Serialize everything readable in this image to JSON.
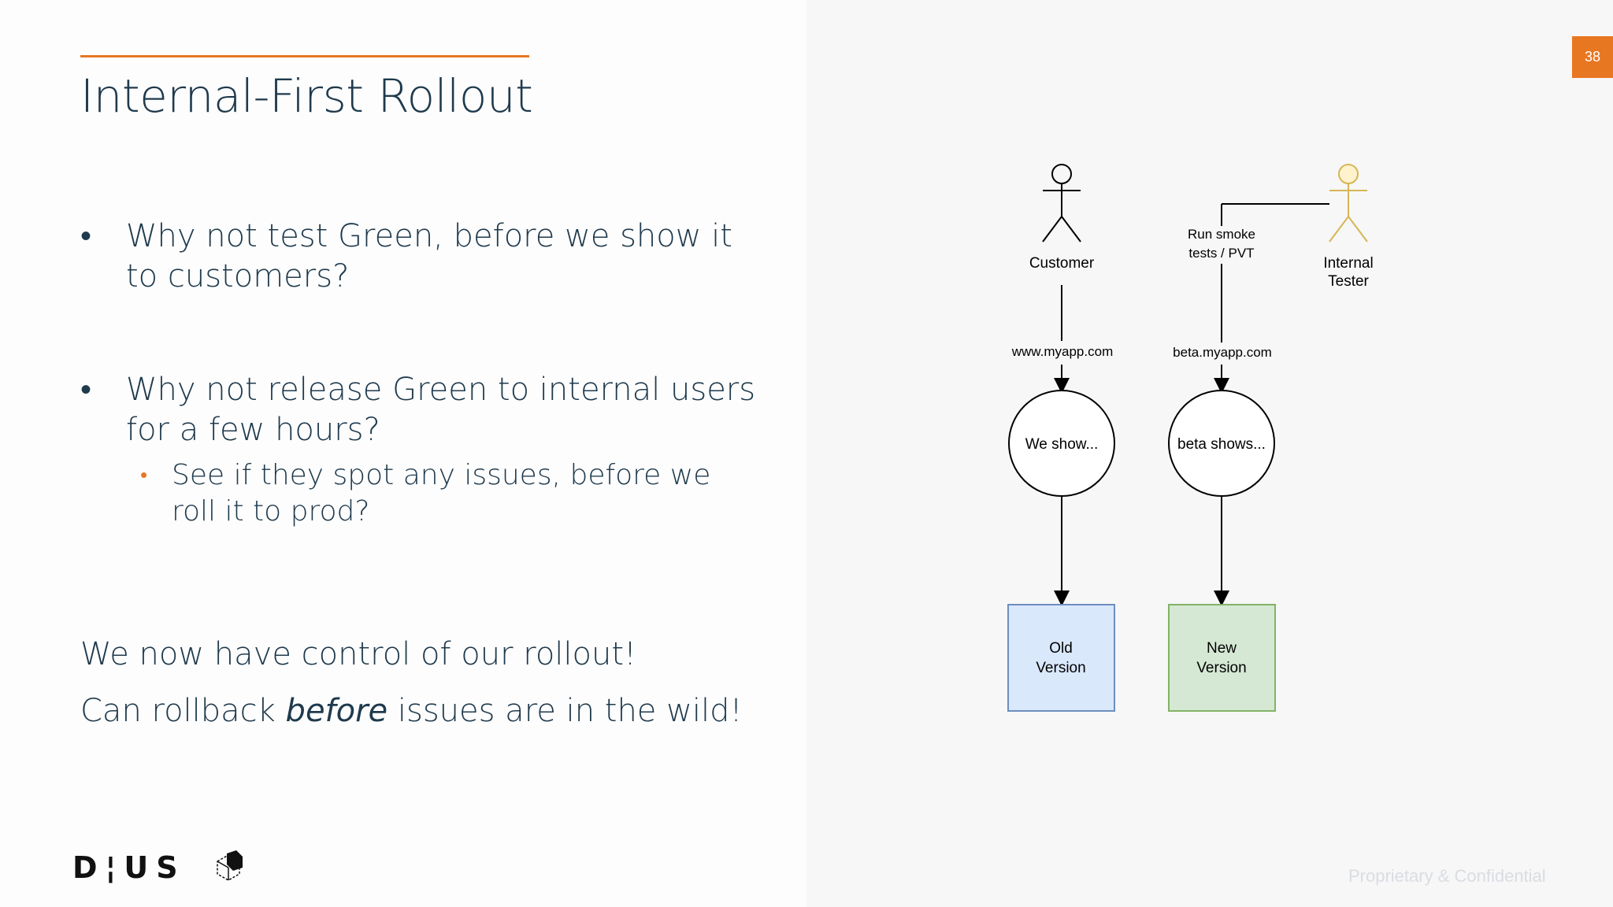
{
  "slide": {
    "title": "Internal-First Rollout",
    "page_number": "38",
    "footer": "Proprietary & Confidential",
    "logo_text": "D¦US",
    "accent_color": "#e87722"
  },
  "bullets": [
    {
      "marker": "•",
      "line1": "Why not test Green, before we show it",
      "line2": "to customers?"
    },
    {
      "marker": "•",
      "line1": "Why not release Green to internal users",
      "line2": "for a few hours?"
    }
  ],
  "sub_bullet": {
    "marker": "•",
    "line1": "See if they spot any issues, before we",
    "line2": "roll it to prod?"
  },
  "statements": {
    "line1": "We now have control of our rollout!",
    "line2_pre": "Can rollback ",
    "line2_em": "before",
    "line2_post": " issues are in the wild!"
  },
  "diagram": {
    "customer_label": "Customer",
    "tester_label_1": "Internal",
    "tester_label_2": "Tester",
    "smoke_label_1": "Run smoke",
    "smoke_label_2": "tests / PVT",
    "www_label": "www.myapp.com",
    "beta_label": "beta.myapp.com",
    "we_show_label": "We show...",
    "beta_shows_label": "beta shows...",
    "old_label_1": "Old",
    "old_label_2": "Version",
    "new_label_1": "New",
    "new_label_2": "Version",
    "old_color": "#dae8fc",
    "new_color": "#d5e8d4",
    "tester_color": "#d6b656"
  }
}
